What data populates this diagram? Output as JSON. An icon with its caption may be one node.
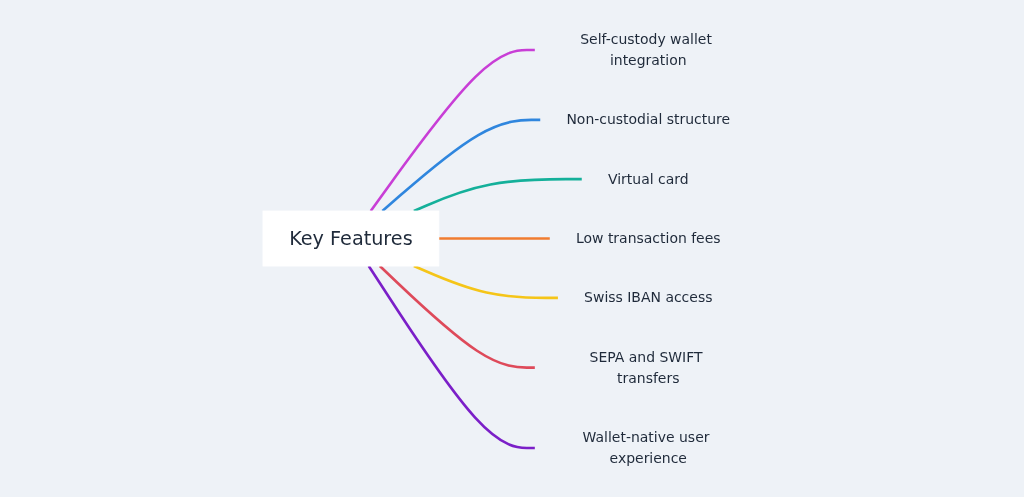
{
  "diagram": {
    "nodes": [
      {
        "text": [
          "Key Features"
        ]
      },
      {
        "text": [
          "Self-custody wallet integration"
        ]
      },
      {
        "text": [
          "Non-custodial structure"
        ]
      },
      {
        "text": [
          "Virtual card"
        ]
      },
      {
        "text": [
          "Low transaction fees"
        ]
      },
      {
        "text": [
          "Swiss IBAN access"
        ]
      },
      {
        "text": [
          "SEPA and SWIFT transfers"
        ]
      },
      {
        "text": [
          "Wallet-native user experience"
        ]
      }
    ],
    "edges": [
      {
        "from": 0,
        "to": 1,
        "arrow": "none",
        "color": "#c83ed6"
      },
      {
        "from": 0,
        "to": 2,
        "arrow": "none",
        "color": "#2f86de"
      },
      {
        "from": 0,
        "to": 3,
        "arrow": "none",
        "color": "#14b09a"
      },
      {
        "from": 0,
        "to": 4,
        "arrow": "none",
        "color": "#f07c30"
      },
      {
        "from": 0,
        "to": 5,
        "arrow": "none",
        "color": "#f5c518"
      },
      {
        "from": 0,
        "to": 6,
        "arrow": "none",
        "color": "#de4a5a"
      },
      {
        "from": 0,
        "to": 7,
        "arrow": "none",
        "color": "#7b1fc8"
      }
    ]
  }
}
